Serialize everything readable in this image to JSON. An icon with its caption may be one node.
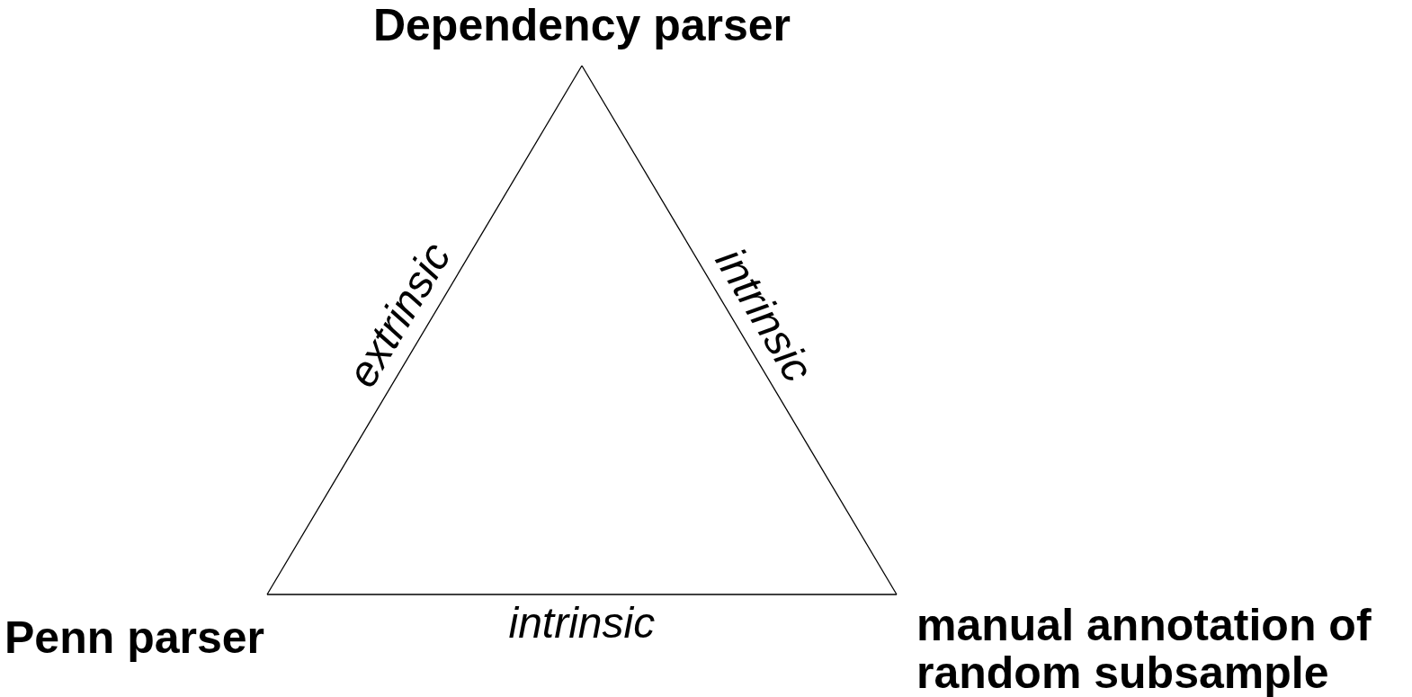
{
  "diagram": {
    "nodes": [
      {
        "text": [
          "Dependency parser"
        ]
      },
      {
        "text": [
          "Penn parser"
        ]
      },
      {
        "text": [
          "manual annotation of random subsample"
        ]
      }
    ],
    "edges": [
      {
        "from": 0,
        "to": 1,
        "arrow": "none",
        "label": "extrinsic"
      },
      {
        "from": 0,
        "to": 2,
        "arrow": "none",
        "label": "intrinsic"
      },
      {
        "from": 1,
        "to": 2,
        "arrow": "none",
        "label": "intrinsic"
      }
    ]
  }
}
